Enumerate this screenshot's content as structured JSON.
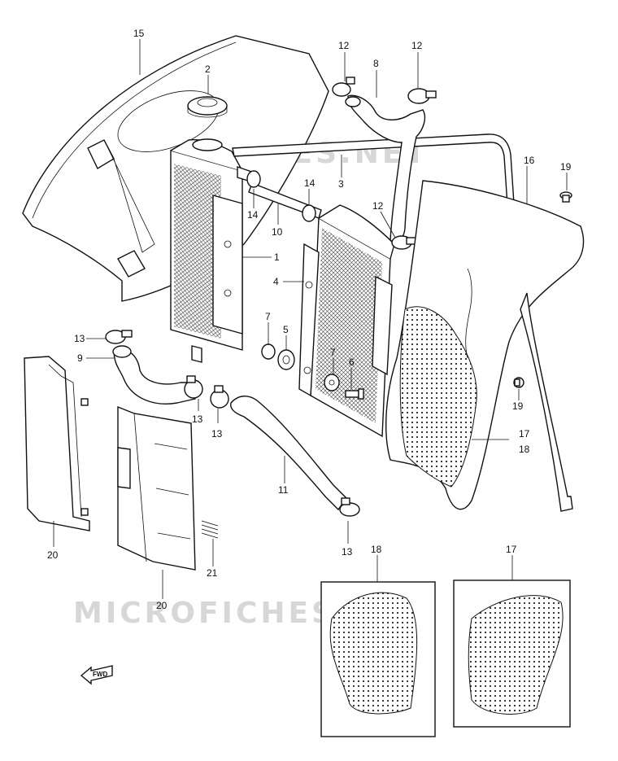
{
  "watermark": "MICROFICHES.NET",
  "fwd_label": "FWD",
  "callouts": [
    {
      "id": "c15",
      "text": "15"
    },
    {
      "id": "c2",
      "text": "2"
    },
    {
      "id": "c12a",
      "text": "12"
    },
    {
      "id": "c12b",
      "text": "12"
    },
    {
      "id": "c8",
      "text": "8"
    },
    {
      "id": "c3",
      "text": "3"
    },
    {
      "id": "c16",
      "text": "16"
    },
    {
      "id": "c19a",
      "text": "19"
    },
    {
      "id": "c14a",
      "text": "14"
    },
    {
      "id": "c14b",
      "text": "14"
    },
    {
      "id": "c10",
      "text": "10"
    },
    {
      "id": "c12c",
      "text": "12"
    },
    {
      "id": "c1",
      "text": "1"
    },
    {
      "id": "c4",
      "text": "4"
    },
    {
      "id": "c7a",
      "text": "7"
    },
    {
      "id": "c5",
      "text": "5"
    },
    {
      "id": "c7b",
      "text": "7"
    },
    {
      "id": "c6",
      "text": "6"
    },
    {
      "id": "c13a",
      "text": "13"
    },
    {
      "id": "c9",
      "text": "9"
    },
    {
      "id": "c13b",
      "text": "13"
    },
    {
      "id": "c13c",
      "text": "13"
    },
    {
      "id": "c19b",
      "text": "19"
    },
    {
      "id": "c17a",
      "text": "17"
    },
    {
      "id": "c18a",
      "text": "18"
    },
    {
      "id": "c11",
      "text": "11"
    },
    {
      "id": "c13d",
      "text": "13"
    },
    {
      "id": "c20a",
      "text": "20"
    },
    {
      "id": "c21",
      "text": "21"
    },
    {
      "id": "c20b",
      "text": "20"
    },
    {
      "id": "c18b",
      "text": "18"
    },
    {
      "id": "c17b",
      "text": "17"
    }
  ]
}
